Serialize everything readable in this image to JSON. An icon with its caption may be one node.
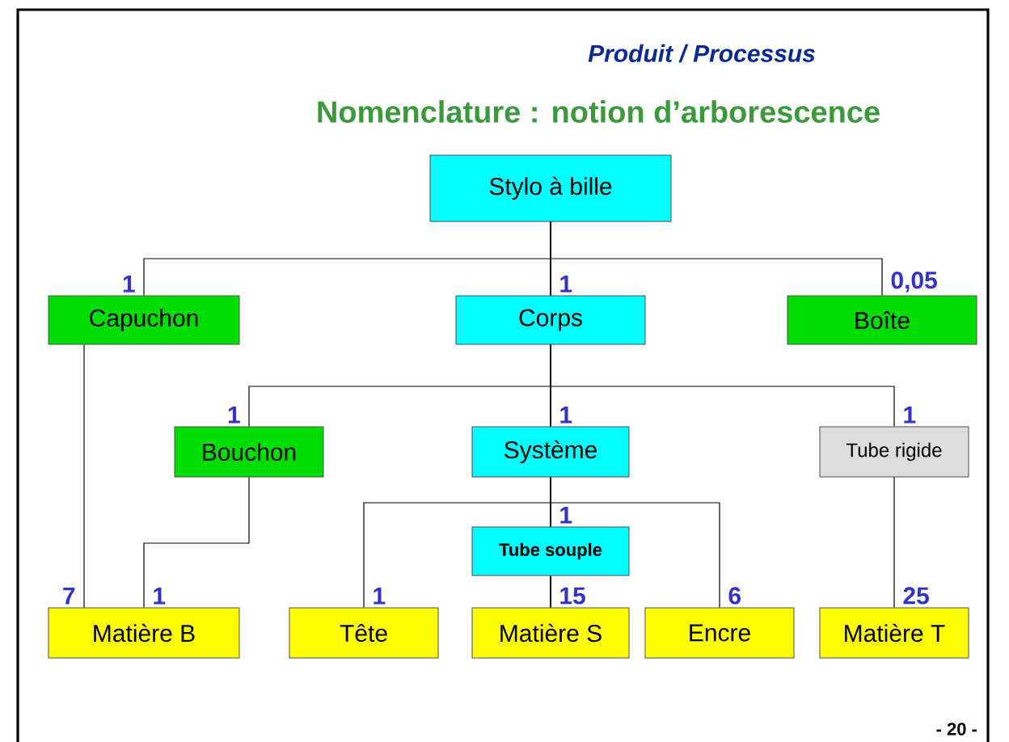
{
  "diagram": {
    "title": "Produit / Processus",
    "caption": "Nomenclature : notion d’arborescence",
    "nodes": [
      {
        "text": [
          "Stylo à bille"
        ]
      },
      {
        "text": [
          "Capuchon"
        ]
      },
      {
        "text": [
          "Corps"
        ]
      },
      {
        "text": [
          "Boîte"
        ]
      },
      {
        "text": [
          "Bouchon"
        ]
      },
      {
        "text": [
          "Système"
        ]
      },
      {
        "text": [
          "Tube rigide"
        ]
      },
      {
        "text": [
          "Tube souple"
        ]
      },
      {
        "text": [
          "Matière B"
        ]
      },
      {
        "text": [
          "Tête"
        ]
      },
      {
        "text": [
          "Matière S"
        ]
      },
      {
        "text": [
          "Encre"
        ]
      },
      {
        "text": [
          "Matière T"
        ]
      }
    ],
    "edges": [
      {
        "from": 0,
        "to": 1,
        "arrow": "none",
        "label": "1"
      },
      {
        "from": 0,
        "to": 2,
        "arrow": "none",
        "label": "1"
      },
      {
        "from": 0,
        "to": 3,
        "arrow": "none",
        "label": "0,05"
      },
      {
        "from": 2,
        "to": 4,
        "arrow": "none",
        "label": "1"
      },
      {
        "from": 2,
        "to": 5,
        "arrow": "none",
        "label": "1"
      },
      {
        "from": 2,
        "to": 6,
        "arrow": "none",
        "label": "1"
      },
      {
        "from": 5,
        "to": 9,
        "arrow": "none",
        "label": "1"
      },
      {
        "from": 5,
        "to": 7,
        "arrow": "none",
        "label": "1"
      },
      {
        "from": 5,
        "to": 11,
        "arrow": "none",
        "label": "6"
      },
      {
        "from": 7,
        "to": 10,
        "arrow": "none",
        "label": "15"
      },
      {
        "from": 1,
        "to": 8,
        "arrow": "none",
        "label": "7"
      },
      {
        "from": 4,
        "to": 8,
        "arrow": "none",
        "label": "1"
      },
      {
        "from": 6,
        "to": 12,
        "arrow": "none",
        "label": "25"
      }
    ],
    "labels": [
      "- 20 -"
    ]
  }
}
